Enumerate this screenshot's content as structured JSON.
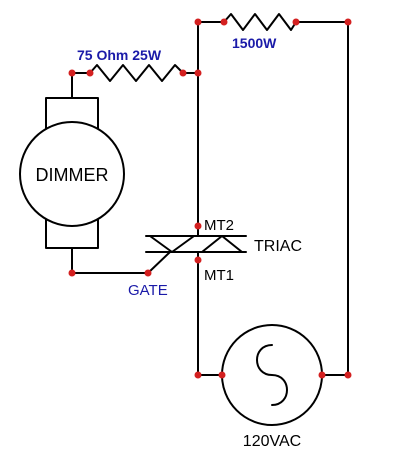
{
  "colors": {
    "wire": "#000000",
    "node": "#d42020",
    "label_dark": "#000000",
    "label_blue": "#1a1aa8"
  },
  "labels": {
    "bypass_resistor": "1500W",
    "series_resistor": "75 Ohm 25W",
    "dimmer": "DIMMER",
    "mt2": "MT2",
    "mt1": "MT1",
    "triac": "TRIAC",
    "gate": "GATE",
    "source": "120VAC"
  },
  "icons": {
    "dimmer": "dc-motor-icon",
    "triac": "triac-icon",
    "source": "ac-source-icon"
  }
}
